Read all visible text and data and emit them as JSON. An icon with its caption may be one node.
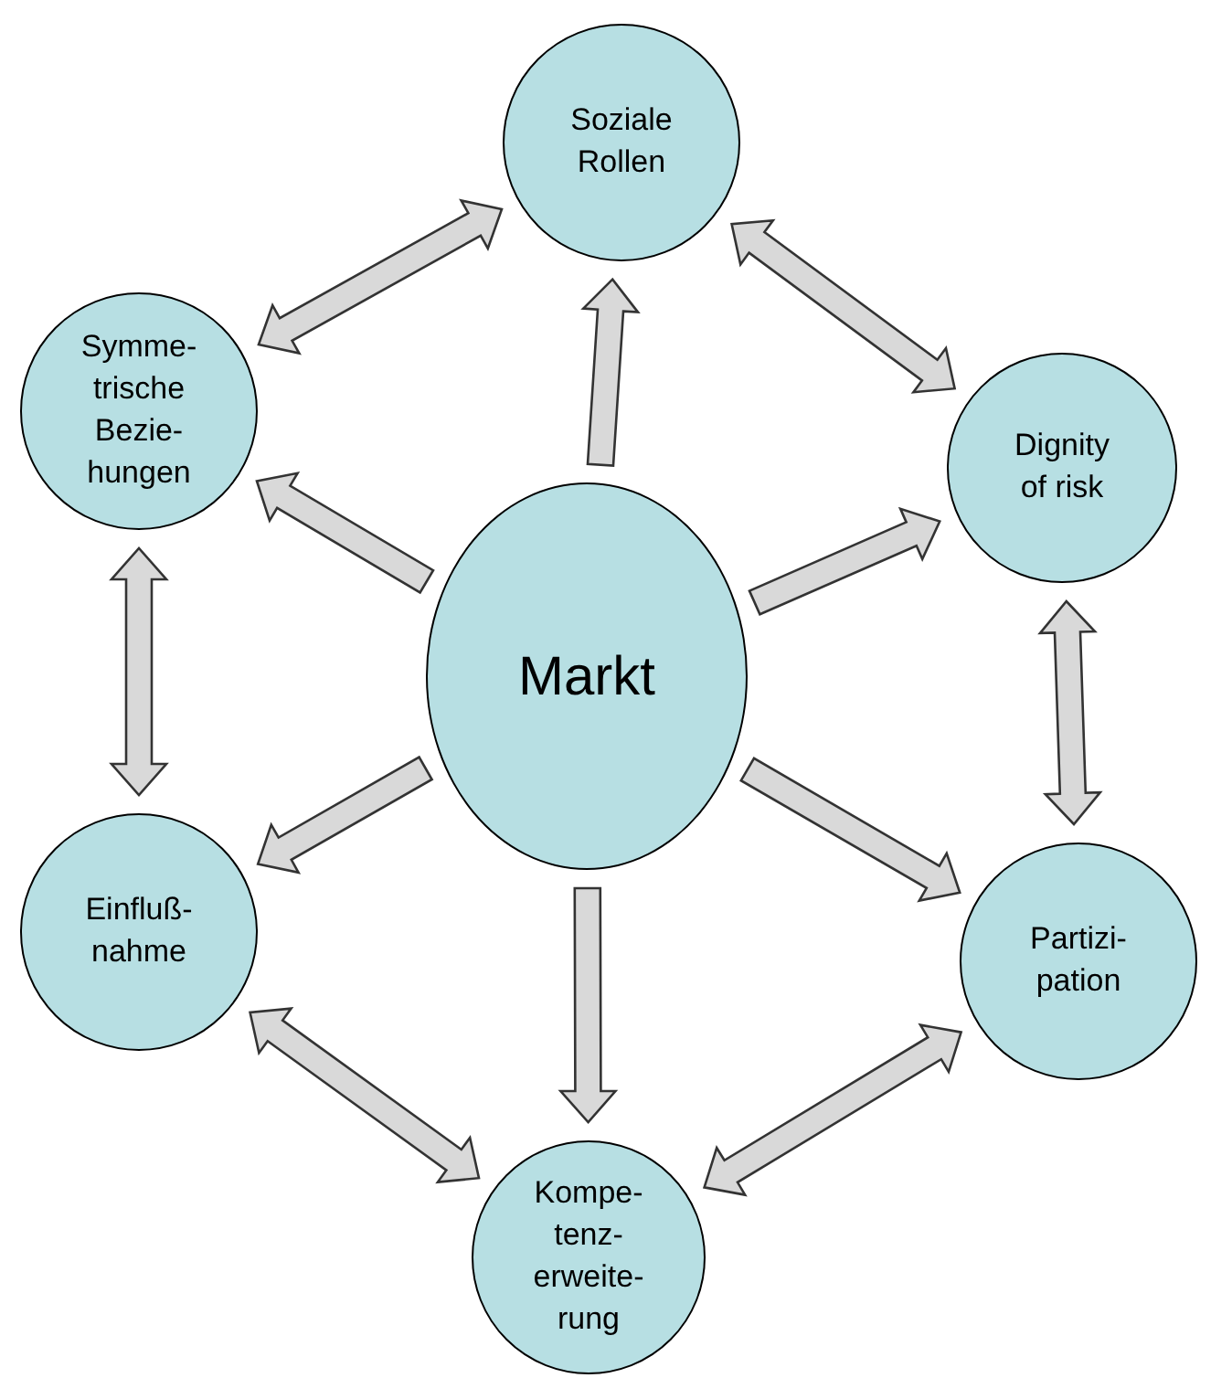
{
  "diagram": {
    "nodes": [
      {
        "text": [
          "Soziale Rollen"
        ]
      },
      {
        "text": [
          "Symme- trische Bezie- hungen"
        ]
      },
      {
        "text": [
          "Dignity of risk"
        ]
      },
      {
        "text": [
          "Markt"
        ]
      },
      {
        "text": [
          "Einfluß- nahme"
        ]
      },
      {
        "text": [
          "Partizi- pation"
        ]
      },
      {
        "text": [
          "Kompe- tenz- erweite- rung"
        ]
      }
    ],
    "edges": [
      {
        "from": 3,
        "to": 0,
        "arrow": "to"
      },
      {
        "from": 3,
        "to": 1,
        "arrow": "to"
      },
      {
        "from": 3,
        "to": 2,
        "arrow": "to"
      },
      {
        "from": 3,
        "to": 4,
        "arrow": "to"
      },
      {
        "from": 3,
        "to": 5,
        "arrow": "to"
      },
      {
        "from": 3,
        "to": 6,
        "arrow": "to"
      },
      {
        "from": 1,
        "to": 0,
        "arrow": "both"
      },
      {
        "from": 0,
        "to": 2,
        "arrow": "both"
      },
      {
        "from": 1,
        "to": 4,
        "arrow": "both"
      },
      {
        "from": 2,
        "to": 5,
        "arrow": "both"
      },
      {
        "from": 4,
        "to": 6,
        "arrow": "both"
      },
      {
        "from": 6,
        "to": 5,
        "arrow": "both"
      }
    ]
  }
}
